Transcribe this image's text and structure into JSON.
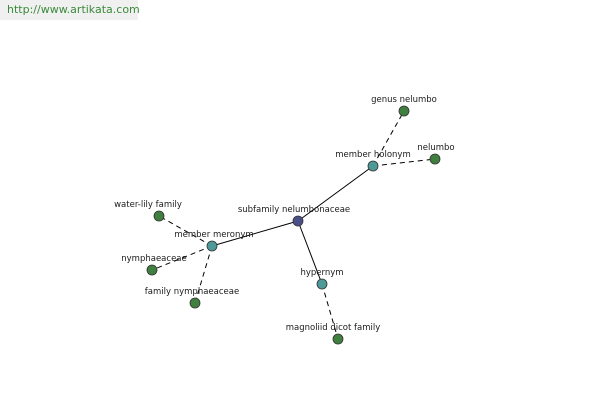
{
  "banner": {
    "url_text": "http://www.artikata.com",
    "url_color": "#3a8a3a"
  },
  "colors": {
    "root": "#4a4f8a",
    "relation": "#4e9a98",
    "leaf": "#3f7f3f"
  },
  "graph": {
    "nodes": [
      {
        "id": "root",
        "label": "subfamily nelumbonaceae",
        "kind": "root"
      },
      {
        "id": "holonym",
        "label": "member holonym",
        "kind": "relation"
      },
      {
        "id": "meronym",
        "label": "member meronym",
        "kind": "relation"
      },
      {
        "id": "hypernym",
        "label": "hypernym",
        "kind": "relation"
      },
      {
        "id": "genus-nelumbo",
        "label": "genus nelumbo",
        "kind": "leaf"
      },
      {
        "id": "nelumbo",
        "label": "nelumbo",
        "kind": "leaf"
      },
      {
        "id": "water-lily-family",
        "label": "water-lily family",
        "kind": "leaf"
      },
      {
        "id": "nymphaeaceae",
        "label": "nymphaeaceae",
        "kind": "leaf"
      },
      {
        "id": "family-nymphaeaceae",
        "label": "family nymphaeaceae",
        "kind": "leaf"
      },
      {
        "id": "magnoliid-dicot-family",
        "label": "magnoliid dicot family",
        "kind": "leaf"
      }
    ],
    "edges": [
      {
        "from": "root",
        "to": "holonym",
        "style": "solid"
      },
      {
        "from": "root",
        "to": "meronym",
        "style": "solid"
      },
      {
        "from": "root",
        "to": "hypernym",
        "style": "solid"
      },
      {
        "from": "holonym",
        "to": "genus-nelumbo",
        "style": "dashed"
      },
      {
        "from": "holonym",
        "to": "nelumbo",
        "style": "dashed"
      },
      {
        "from": "meronym",
        "to": "water-lily-family",
        "style": "dashed"
      },
      {
        "from": "meronym",
        "to": "nymphaeaceae",
        "style": "dashed"
      },
      {
        "from": "meronym",
        "to": "family-nymphaeaceae",
        "style": "dashed"
      },
      {
        "from": "hypernym",
        "to": "magnoliid-dicot-family",
        "style": "dashed"
      }
    ]
  }
}
